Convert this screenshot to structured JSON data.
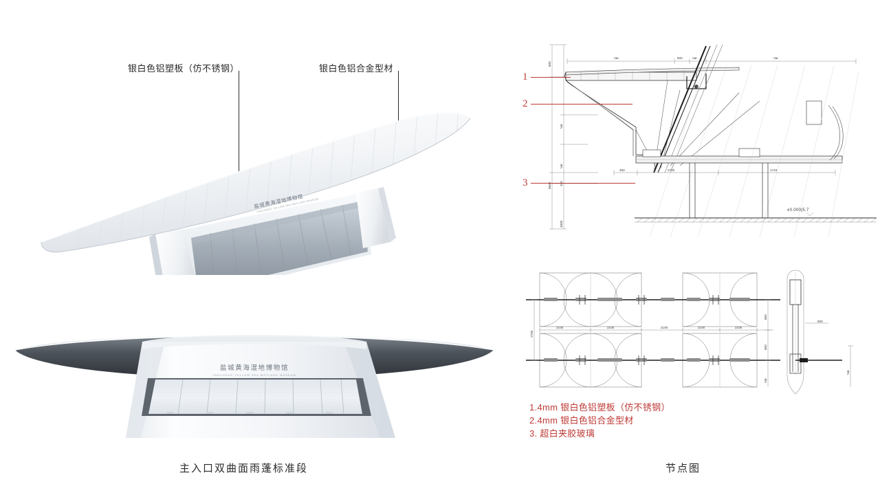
{
  "sheet": {
    "background": "#ffffff",
    "ink": "#2a2a2a",
    "accent_red": "#bd3b36"
  },
  "callouts": [
    {
      "id": "callout-panel",
      "label": "银白色铝塑板（仿不锈钢）"
    },
    {
      "id": "callout-profile",
      "label": "银白色铝合金型材"
    }
  ],
  "captions": {
    "left": "主入口双曲面雨蓬标准段",
    "right": "节点图"
  },
  "legend": {
    "items": [
      "1.4mm 银白色铝塑板（仿不锈钢）",
      "2.4mm 银白色铝合金型材",
      "3. 超白夹胶玻璃"
    ]
  },
  "section": {
    "markers": [
      {
        "number": "1"
      },
      {
        "number": "2"
      },
      {
        "number": "3"
      }
    ],
    "vertical_dims": [
      "800",
      "Var.",
      "Var.",
      "370",
      "8600",
      "3300"
    ],
    "horizontal_dims_top": [
      "Var.",
      "500",
      "Var.",
      "Var."
    ],
    "horizontal_dims_bottom": [
      "450",
      "2700",
      "1743"
    ],
    "elevation_note": "±0.000(5.7"
  },
  "plan": {
    "dims_horizontal": [
      "2100",
      "2100",
      "2100",
      "2100",
      "2100"
    ],
    "dims_vertical": [
      "2700",
      "650",
      "650",
      "Var.",
      "Var.",
      "600"
    ]
  },
  "renders": {
    "perspective": {
      "signage_cn": "盐城黄海湿地博物馆",
      "signage_en": "YANCHENG YELLOW SEA WETLAND MUSEUM"
    },
    "elevation": {
      "signage_cn": "盐城黄海湿地博物馆",
      "signage_en": "YANCHENG YELLOW SEA WETLAND MUSEUM"
    }
  }
}
